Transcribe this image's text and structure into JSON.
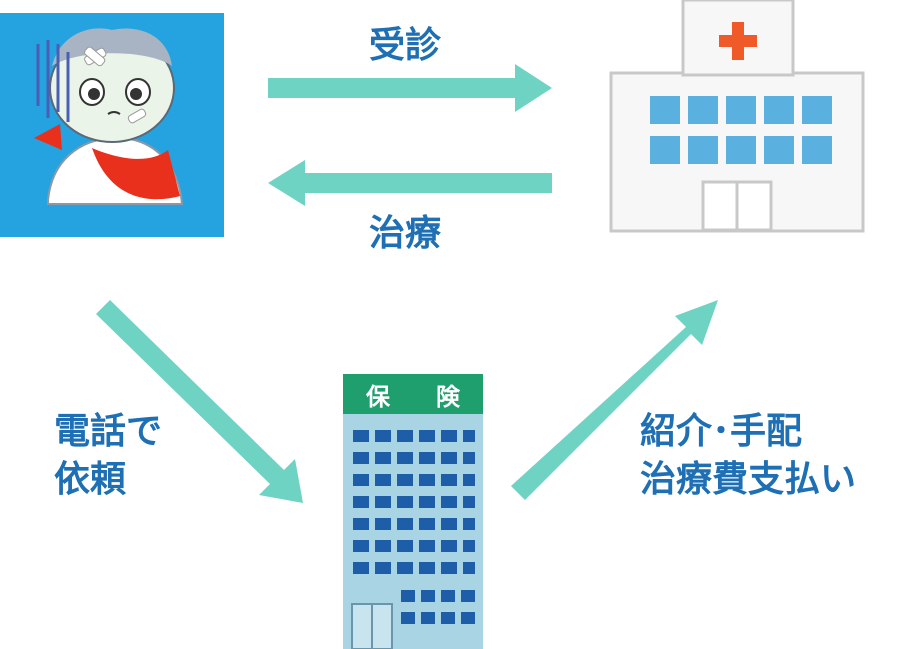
{
  "labels": {
    "visit": "受診",
    "treatment": "治療",
    "request_line1": "電話で",
    "request_line2": "依頼",
    "referral_line1": "紹介･手配",
    "referral_line2": "治療費支払い"
  },
  "insurance_sign": {
    "char1": "保",
    "char2": "険"
  },
  "colors": {
    "arrow": "#6fd3c4",
    "label_text": "#1e6fb3",
    "patient_bg": "#25a3e0",
    "hospital_cross": "#f05a28",
    "hospital_window": "#5ab0de",
    "insurance_sign": "#1f9e6e",
    "insurance_window": "#1e5ea8"
  },
  "icons": {
    "patient": "injured-cat-patient-icon",
    "hospital": "hospital-building-icon",
    "insurance": "insurance-company-building-icon"
  }
}
